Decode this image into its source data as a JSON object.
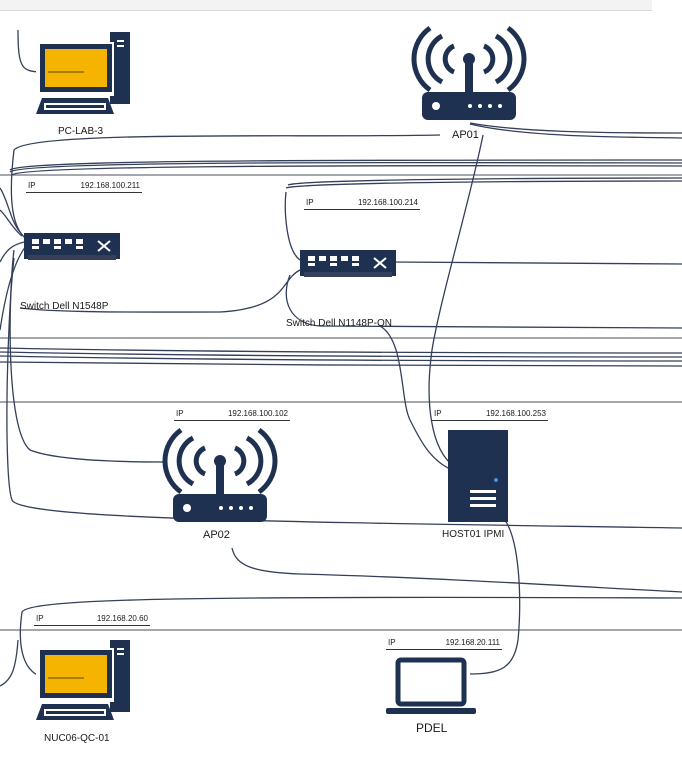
{
  "colors": {
    "device": "#1f3150",
    "screen": "#f5b400",
    "wire": "#34405a",
    "line": "#4a4f5a"
  },
  "devices": {
    "pc_lab_3": {
      "label": "PC-LAB-3",
      "icon": "desktop-computer-icon"
    },
    "ap01": {
      "label": "AP01",
      "icon": "wireless-access-point-icon"
    },
    "switch_n1548p": {
      "label": "Switch Dell N1548P",
      "ip_key": "IP",
      "ip": "192.168.100.211",
      "icon": "network-switch-icon"
    },
    "switch_n1148p": {
      "label": "Switch Dell N1148P-ON",
      "ip_key": "IP",
      "ip": "192.168.100.214",
      "icon": "network-switch-icon"
    },
    "ap02": {
      "label": "AP02",
      "ip_key": "IP",
      "ip": "192.168.100.102",
      "icon": "wireless-access-point-icon"
    },
    "host01_ipmi": {
      "label": "HOST01 IPMI",
      "ip_key": "IP",
      "ip": "192.168.100.253",
      "icon": "server-icon"
    },
    "nuc06": {
      "label": "NUC06-QC-01",
      "ip_key": "IP",
      "ip": "192.168.20.60",
      "icon": "desktop-computer-icon"
    },
    "pdel": {
      "label": "PDEL",
      "ip_key": "IP",
      "ip": "192.168.20.111",
      "icon": "laptop-icon"
    }
  }
}
